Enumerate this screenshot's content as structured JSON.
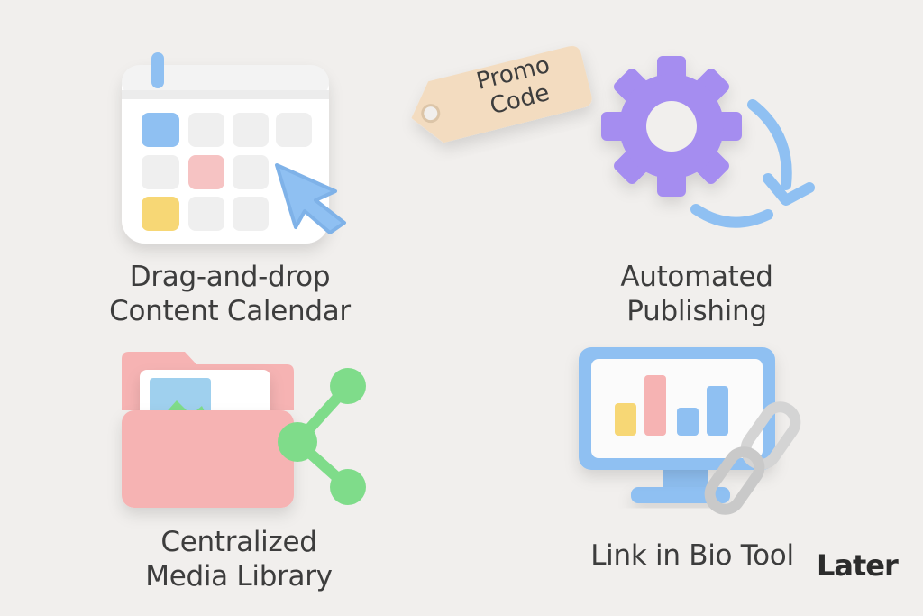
{
  "features": [
    {
      "line1": "Drag-and-drop",
      "line2": "Content Calendar",
      "icon": "calendar-icon"
    },
    {
      "line1": "Automated",
      "line2": "Publishing",
      "icon": "gear-icon"
    },
    {
      "line1": "Centralized",
      "line2": "Media Library",
      "icon": "folder-icon"
    },
    {
      "line1": "Link in Bio Tool",
      "line2": "",
      "icon": "monitor-chart-icon"
    }
  ],
  "promo_tag": {
    "line1": "Promo",
    "line2": "Code"
  },
  "brand": "Later",
  "colors": {
    "background": "#f1efed",
    "blue": "#8fc0f2",
    "pink": "#f6b3b3",
    "yellow": "#f7d775",
    "purple": "#a58df0",
    "green": "#7fdc8a",
    "tag": "#f3dcc0",
    "text": "#3d3d3d"
  }
}
